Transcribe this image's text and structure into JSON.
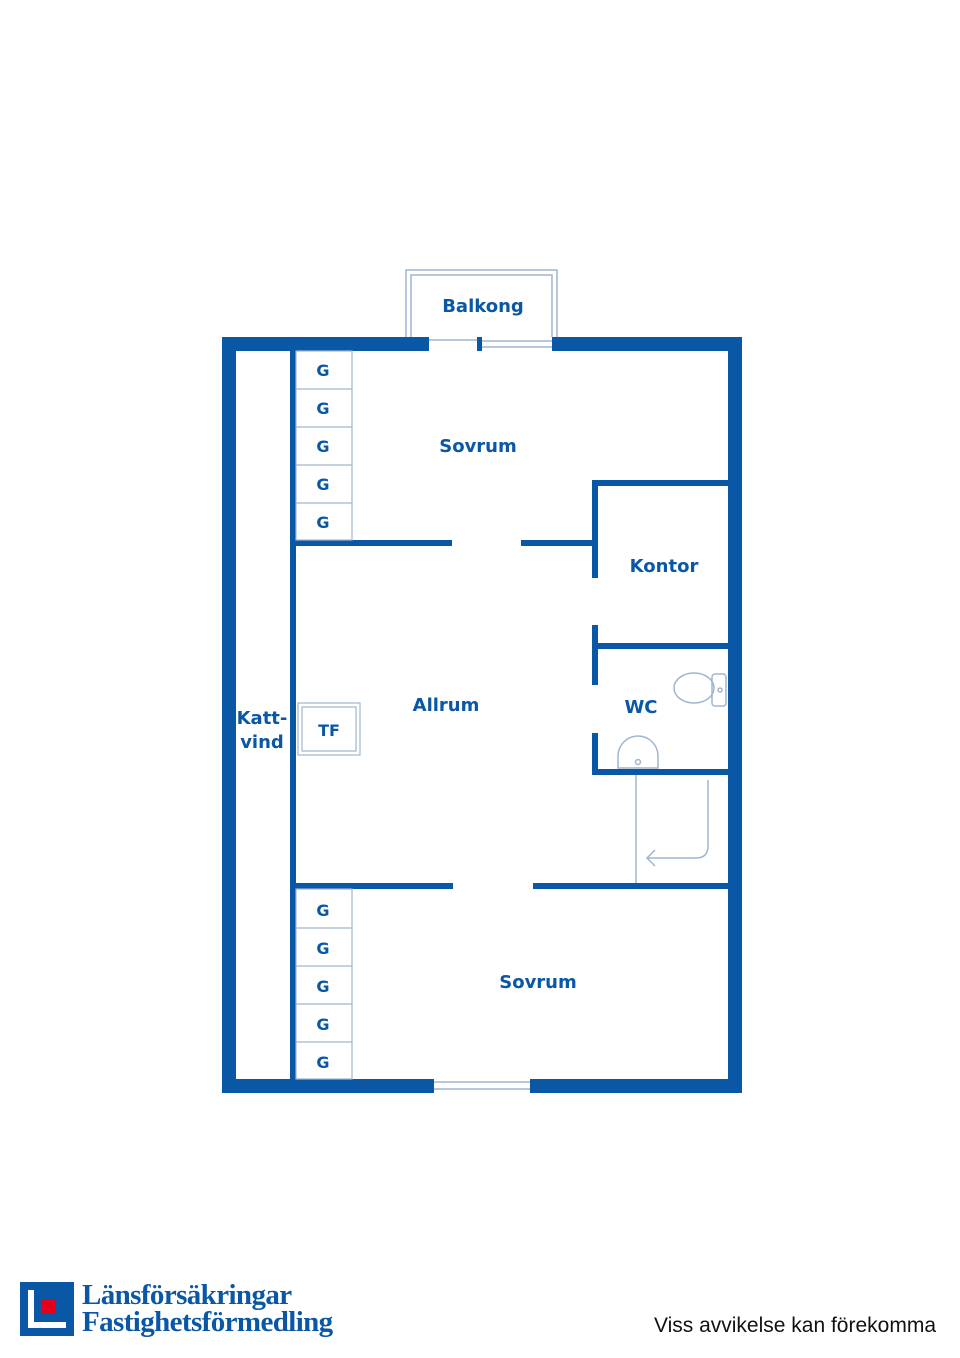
{
  "colors": {
    "wall": "#0a57a6",
    "fixture": "#9fb6cf",
    "logo_blue": "#0a57a6",
    "logo_red": "#e2001a",
    "text": "#111111"
  },
  "rooms": {
    "balcony": "Balkong",
    "bedroom_top": "Sovrum",
    "office": "Kontor",
    "living": "Allrum",
    "wc": "WC",
    "attic_line1": "Katt-",
    "attic_line2": "vind",
    "laundry": "TF",
    "bedroom_bottom": "Sovrum"
  },
  "wardrobes_top": [
    "G",
    "G",
    "G",
    "G",
    "G"
  ],
  "wardrobes_bottom": [
    "G",
    "G",
    "G",
    "G",
    "G"
  ],
  "brand": {
    "line1": "Länsförsäkringar",
    "line2": "Fastighetsförmedling"
  },
  "disclaimer": "Viss avvikelse kan förekomma"
}
